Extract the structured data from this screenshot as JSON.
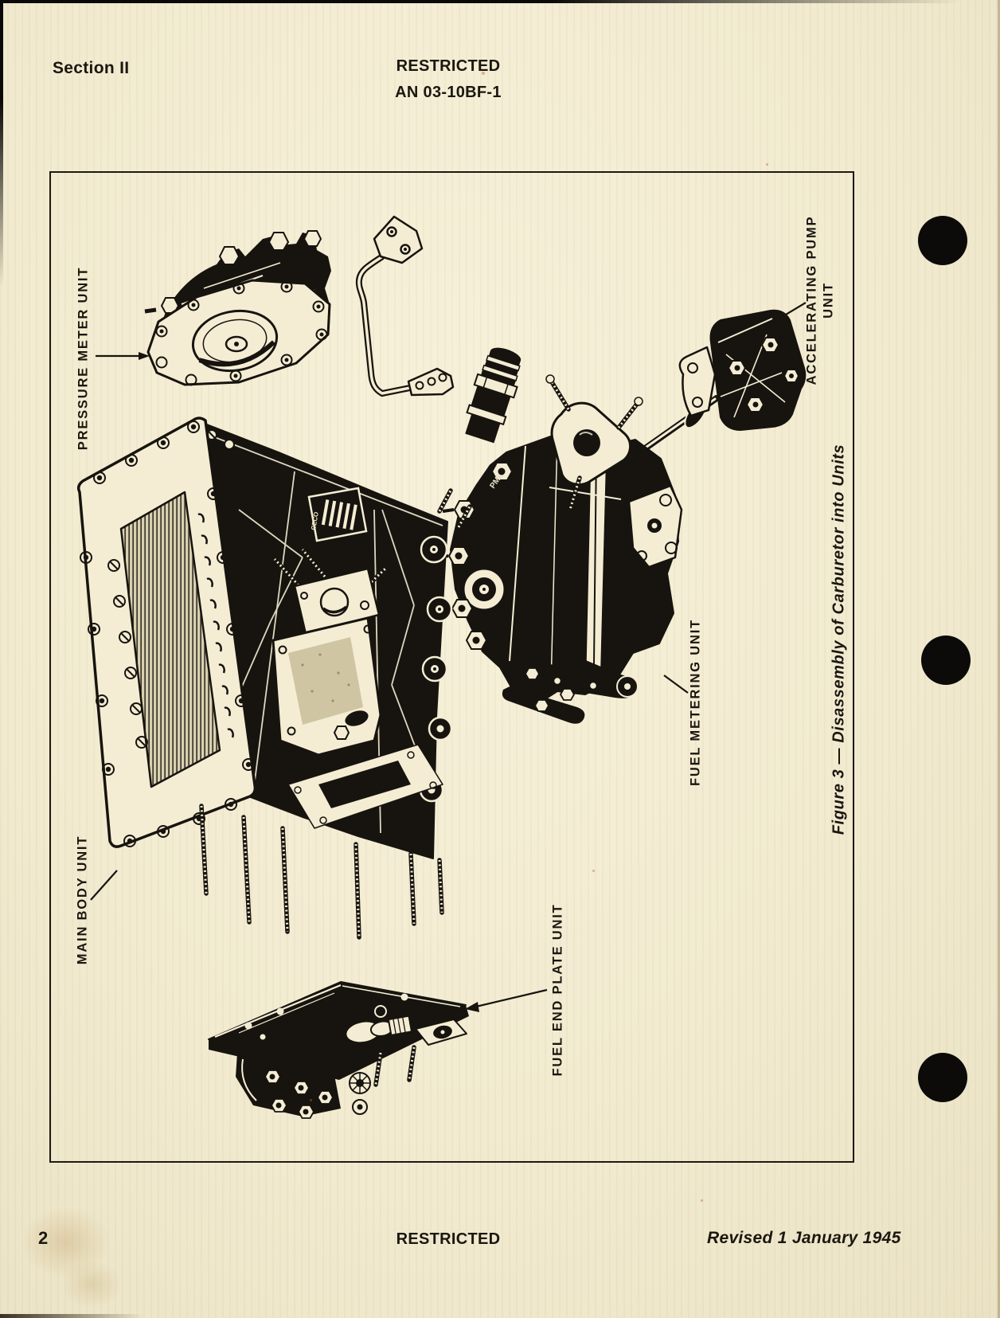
{
  "header": {
    "section": "Section II",
    "classification": "RESTRICTED",
    "doc_number": "AN 03-10BF-1"
  },
  "footer": {
    "page_number": "2",
    "classification": "RESTRICTED",
    "revision": "Revised 1 January 1945"
  },
  "figure": {
    "caption": "Figure 3 — Disassembly of Carburetor into Units",
    "labels": {
      "pressure_meter": "PRESSURE METER UNIT",
      "accelerating_pump_line1": "ACCELERATING PUMP",
      "accelerating_pump_line2": "UNIT",
      "fuel_metering": "FUEL METERING UNIT",
      "main_body": "MAIN BODY UNIT",
      "fuel_end_plate": "FUEL END PLATE UNIT"
    },
    "part_markings": {
      "metering_body": "PML",
      "data_plate": "CECO"
    }
  },
  "colors": {
    "paper": "#f2ebd0",
    "ink": "#17140f"
  }
}
